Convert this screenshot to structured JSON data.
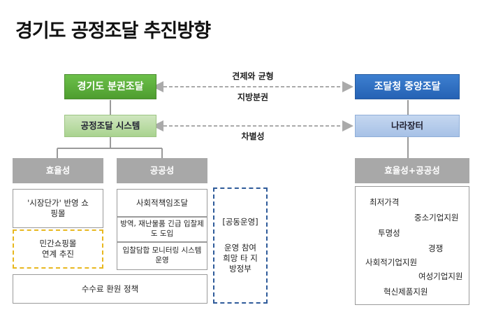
{
  "title": "경기도 공정조달 추진방향",
  "gyeonggi": {
    "decentralized": "경기도 분권조달",
    "system": "공정조달 시스템"
  },
  "pps": {
    "central": "조달청 중앙조달",
    "market": "나라장터"
  },
  "relations": {
    "top_upper": "견제와 균형",
    "top_lower": "지방분권",
    "middle": "차별성"
  },
  "categories": {
    "efficiency": "효율성",
    "publicness": "공공성",
    "both": "효율성+공공성"
  },
  "efficiency_items": [
    "'시장단가' 반영 쇼핑몰",
    "민간쇼핑몰 연계 추진"
  ],
  "publicness_items": [
    "사회적책임조달",
    "방역, 재난물품 긴급 입찰제도 도입",
    "입찰담합 모니터링 시스템 운영"
  ],
  "fee_policy": "수수료 환원 정책",
  "joint": {
    "heading": "[공동운영]",
    "body": "운영 참여 희망 타 지방정부"
  },
  "pps_items": [
    "최저가격",
    "중소기업지원",
    "투명성",
    "경쟁",
    "사회적기업지원",
    "여성기업지원",
    "혁신제품지원"
  ]
}
